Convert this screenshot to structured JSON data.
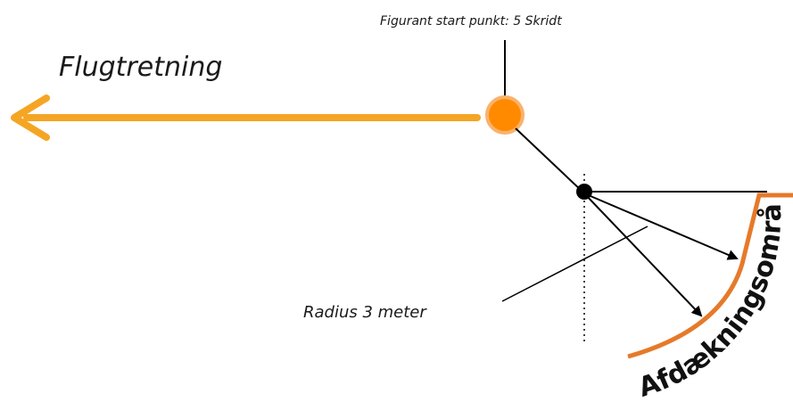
{
  "direction_label": "Flugtretning",
  "start_point_label": "Figurant start punkt: 5 Skridt",
  "radius_label": "Radius 3 meter",
  "area_label": "Afdækningsområde",
  "colors": {
    "flight_arrow": "#f5a524",
    "start_point_fill": "#ff8a00",
    "start_point_stroke": "#f9b26b",
    "area_arc": "#e57a2a",
    "lines": "#000000"
  },
  "icons": {
    "flight_arrow": "arrow-left-icon",
    "start_point": "circle-icon",
    "center_point": "dot-icon"
  }
}
